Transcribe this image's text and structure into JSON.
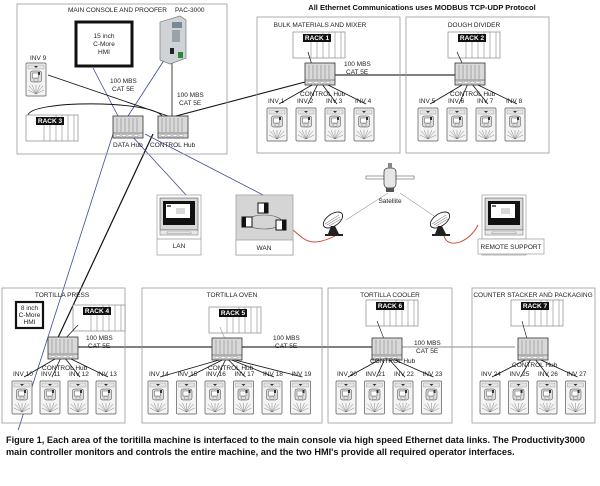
{
  "header": {
    "protocol_note": "All Ethernet Communications uses MODBUS TCP-UDP Protocol"
  },
  "main_console": {
    "title": "MAIN CONSOLE AND PROOFER",
    "controller_label": "PAC-3000",
    "hmi_lines": [
      "15 inch",
      "C-More",
      "HMI"
    ],
    "inverter": "INV 9",
    "rack": "RACK 3",
    "data_hub": "DATA Hub",
    "control_hub": "CONTROL Hub",
    "link_label_1": [
      "100 MBS",
      "CAT 5E"
    ],
    "link_label_2": [
      "100 MBS",
      "CAT 5E"
    ]
  },
  "stations": [
    {
      "title": "BULK MATERIALS AND MIXER",
      "rack": "RACK 1",
      "hub": "CONTROL Hub",
      "link_label": [
        "100 MBS",
        "CAT 5E"
      ],
      "inverters": [
        "INV 1",
        "INV 2",
        "INV 3",
        "INV 4"
      ]
    },
    {
      "title": "DOUGH DIVIDER",
      "rack": "RACK 2",
      "hub": "CONTROL Hub",
      "inverters": [
        "INV 5",
        "INV 6",
        "INV 7",
        "INV 8"
      ]
    },
    {
      "title": "TORTILLA PRESS",
      "rack": "RACK 4",
      "hub": "CONTROL Hub",
      "hmi_lines": [
        "8 inch",
        "C-More",
        "HMI"
      ],
      "link_label": [
        "100 MBS",
        "CAT 5E"
      ],
      "inverters": [
        "INV 10",
        "INV 11",
        "INV 12",
        "INV 13"
      ]
    },
    {
      "title": "TORTILLA OVEN",
      "rack": "RACK 5",
      "hub": "CONTROL Hub",
      "link_label": [
        "100 MBS",
        "CAT 5E"
      ],
      "inverters": [
        "INV 14",
        "INV 15",
        "INV 16",
        "INV 17",
        "INV 18",
        "INV 19"
      ]
    },
    {
      "title": "TORTILLA COOLER",
      "rack": "RACK 6",
      "hub": "CONTROL Hub",
      "link_label": [
        "100 MBS",
        "CAT 5E"
      ],
      "inverters": [
        "INV 20",
        "INV 21",
        "INV 22",
        "INV 23"
      ]
    },
    {
      "title": "COUNTER STACKER AND PACKAGING",
      "rack": "RACK 7",
      "hub": "CONTROL Hub",
      "inverters": [
        "INV 24",
        "INV 25",
        "INV 26",
        "INV 27"
      ]
    }
  ],
  "network": {
    "lan": "LAN",
    "wan": "WAN",
    "satellite": "Satellite",
    "remote": "REMOTE SUPPORT"
  },
  "colors": {
    "ethernet_black": "#111111",
    "data_blue": "#3b4a9a",
    "radio_red": "#d0402a",
    "box_border": "#9a9a9a"
  },
  "caption": "Figure 1, Each area of the toritilla machine is interfaced to the main console via high speed Ethernet data links. The Productivity3000 main controller monitors and controls the entire machine, and the two HMI's provide all required operator interfaces."
}
